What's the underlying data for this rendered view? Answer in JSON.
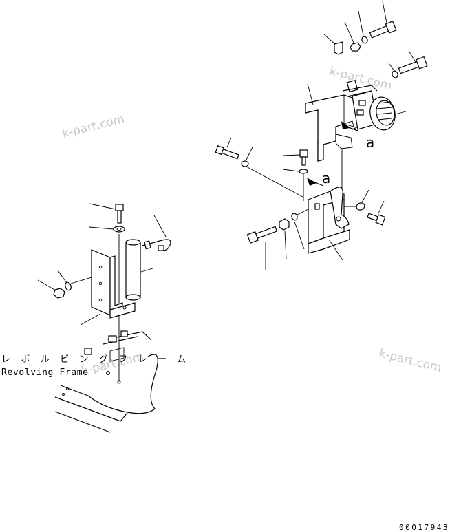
{
  "watermarks": [
    "k-part.com",
    "k-part.com",
    "k-part.com",
    "k-part.com"
  ],
  "frame_label_jp": "レボルビングフレーム",
  "frame_label_en": "Revolving Frame",
  "ref_mark": "a",
  "drawing_code": "00017943"
}
